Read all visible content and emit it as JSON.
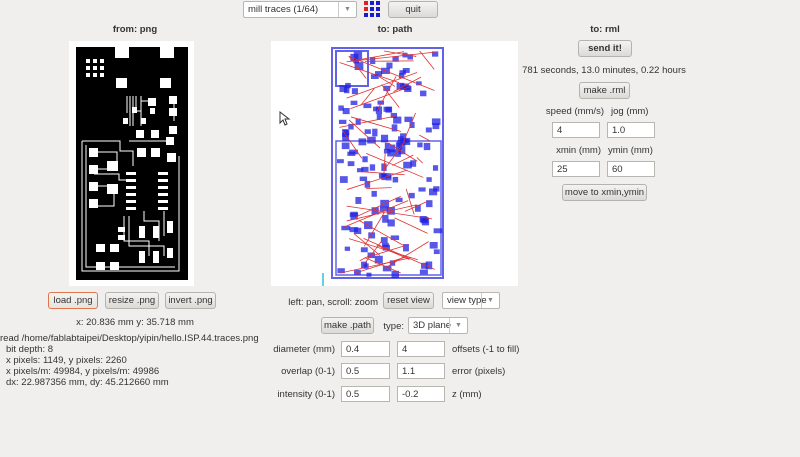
{
  "toolbar": {
    "process_select": "mill traces (1/64)",
    "quit_label": "quit",
    "grid_icon": "grid-icon"
  },
  "from_panel": {
    "title": "from: png",
    "load_label": "load .png",
    "resize_label": "resize .png",
    "invert_label": "invert .png",
    "coords": "x: 20.836 mm  y: 35.718 mm",
    "info": [
      "read /home/fablabtaipei/Desktop/yipin/hello.ISP.44.traces.png",
      "bit depth: 8",
      "x pixels: 1149, y pixels: 2260",
      "x pixels/m: 49984, y pixels/m: 49986",
      "dx: 22.987356 mm, dy: 45.212660 mm"
    ]
  },
  "path_panel": {
    "title": "to: path",
    "hint": "left: pan, scroll: zoom",
    "reset_label": "reset view",
    "view_type": "view type",
    "make_path_label": "make .path",
    "type_label": "type:",
    "type_value": "3D plane",
    "rows": [
      {
        "label": "diameter (mm)",
        "value1": "0.4",
        "value2": "4",
        "suffix": "offsets (-1 to fill)"
      },
      {
        "label": "overlap (0-1)",
        "value1": "0.5",
        "value2": "1.1",
        "suffix": "error (pixels)"
      },
      {
        "label": "intensity (0-1)",
        "value1": "0.5",
        "value2": "-0.2",
        "suffix": "z (mm)"
      }
    ],
    "colors": {
      "path": "#2020e0",
      "move": "#e03030"
    }
  },
  "rml_panel": {
    "title": "to: rml",
    "send_label": "send it!",
    "time": "781 seconds, 13.0 minutes, 0.22 hours",
    "make_rml_label": "make .rml",
    "speed_label": "speed (mm/s)",
    "jog_label": "jog (mm)",
    "speed": "4",
    "jog": "1.0",
    "xmin_label": "xmin (mm)",
    "ymin_label": "ymin (mm)",
    "xmin": "25",
    "ymin": "60",
    "move_label": "move to xmin,ymin"
  }
}
